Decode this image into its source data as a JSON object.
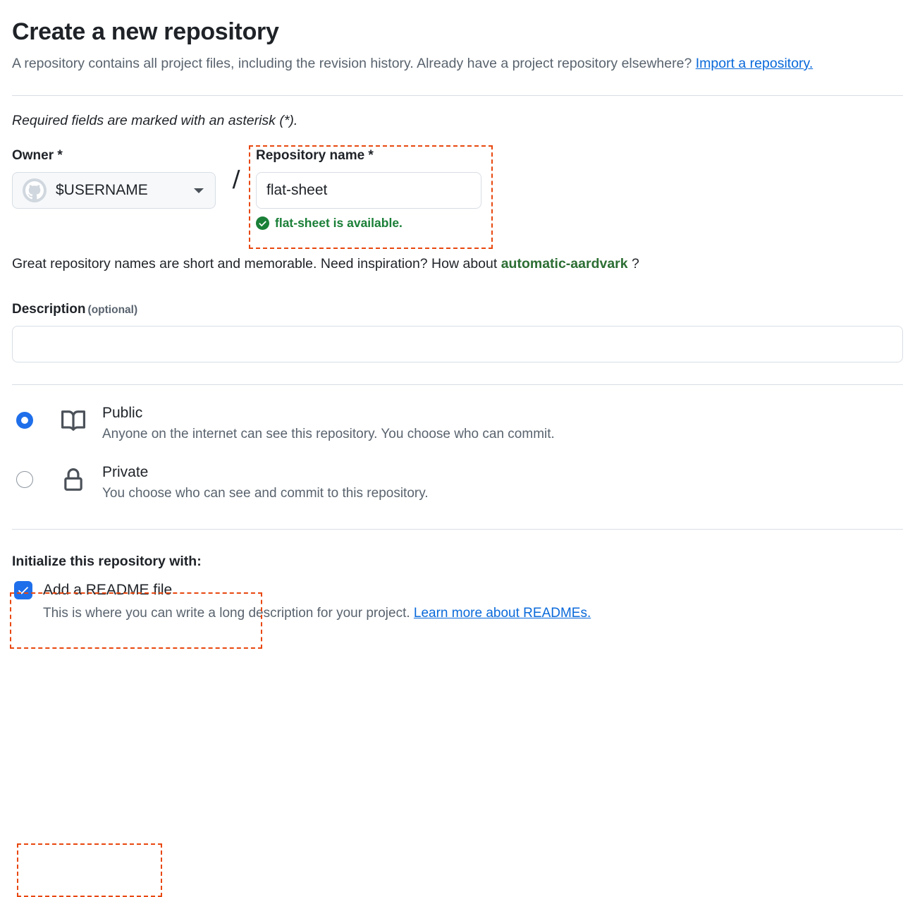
{
  "header": {
    "title": "Create a new repository",
    "description_part1": "A repository contains all project files, including the revision history. Already have a project repository elsewhere? ",
    "import_link": "Import a repository.",
    "required_note": "Required fields are marked with an asterisk (*)."
  },
  "owner": {
    "label": "Owner *",
    "value": "$USERNAME",
    "avatar_icon": "github-octocat-icon",
    "chevron_icon": "chevron-down-icon"
  },
  "separator": "/",
  "repository_name": {
    "label": "Repository name *",
    "value": "flat-sheet",
    "placeholder": "",
    "availability_icon": "check-circle-icon",
    "availability_message": "flat-sheet is available.",
    "availability_color": "#1a7f37"
  },
  "inspiration": {
    "prefix": "Great repository names are short and memorable. Need inspiration? How about ",
    "suggestion": "automatic-aardvark",
    "suffix": " ?",
    "suggestion_color": "#2c6e33"
  },
  "description": {
    "label": "Description",
    "optional": "(optional)",
    "value": "",
    "placeholder": ""
  },
  "visibility": {
    "options": [
      {
        "id": "public",
        "icon": "book-icon",
        "title": "Public",
        "description": "Anyone on the internet can see this repository. You choose who can commit.",
        "selected": true
      },
      {
        "id": "private",
        "icon": "lock-icon",
        "title": "Private",
        "description": "You choose who can see and commit to this repository.",
        "selected": false
      }
    ]
  },
  "initialize": {
    "title": "Initialize this repository with:",
    "readme": {
      "label": "Add a README file",
      "checked": true,
      "description": "This is where you can write a long description for your project. ",
      "link": "Learn more about READMEs."
    }
  },
  "theme": {
    "accent_blue": "#0969da",
    "radio_blue": "#1f6feb",
    "annotation_orange": "#e8470e",
    "text_primary": "#1f2328",
    "text_muted": "#59636e",
    "border": "#d8dee4"
  }
}
